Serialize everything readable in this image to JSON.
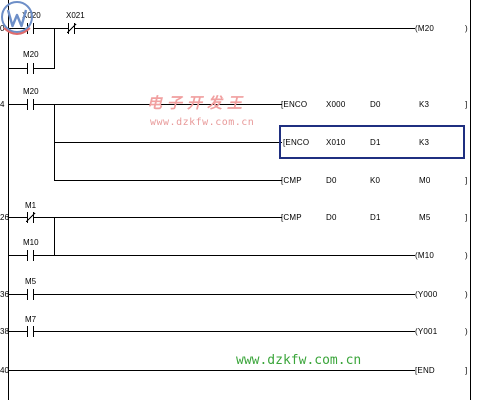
{
  "colors": {
    "selection": "#1f2f80",
    "watermark_red": "#f1a0a0",
    "watermark_green": "#3aa53a",
    "logo_blue": "#6e8fc8"
  },
  "steps": [
    "0",
    "4",
    "26",
    "36",
    "38",
    "40"
  ],
  "contacts": [
    "X020",
    "X021",
    "M20",
    "M20",
    "M1",
    "M10",
    "M5",
    "M7"
  ],
  "coils": [
    "(M20",
    "(M10",
    "(Y000",
    "(Y001"
  ],
  "coil_ends": [
    ")",
    ")",
    ")",
    ")"
  ],
  "instructions": [
    {
      "op": "[ENCO",
      "a": "X000",
      "b": "D0",
      "c": "K3",
      "end": "]"
    },
    {
      "op": "[ENCO",
      "a": "X010",
      "b": "D1",
      "c": "K3",
      "end": "]"
    },
    {
      "op": "[CMP",
      "a": "D0",
      "b": "K0",
      "c": "M0",
      "end": "]"
    },
    {
      "op": "[CMP",
      "a": "D0",
      "b": "D1",
      "c": "M5",
      "end": "]"
    }
  ],
  "end_instruction": {
    "op": "[END",
    "end": "]"
  },
  "watermark": {
    "brand_cn": "电子开发王",
    "url_top": "www.dzkfw.com.cn",
    "url_bottom": "www.dzkfw.com.cn"
  },
  "icons": {
    "logo": "w-circle-logo-icon"
  }
}
